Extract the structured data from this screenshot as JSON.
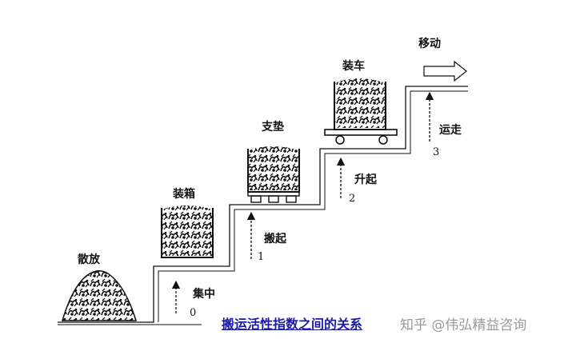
{
  "stages": [
    {
      "label": "散放",
      "level": "0",
      "arrow_label": "集中"
    },
    {
      "label": "装箱",
      "level": "1",
      "arrow_label": "搬起"
    },
    {
      "label": "支垫",
      "level": "2",
      "arrow_label": "升起"
    },
    {
      "label": "装车",
      "level": "3",
      "arrow_label": "运走"
    },
    {
      "label": "移动"
    }
  ],
  "caption": "搬运活性指数之间的关系",
  "watermark": "知乎 @伟弘精益咨询"
}
